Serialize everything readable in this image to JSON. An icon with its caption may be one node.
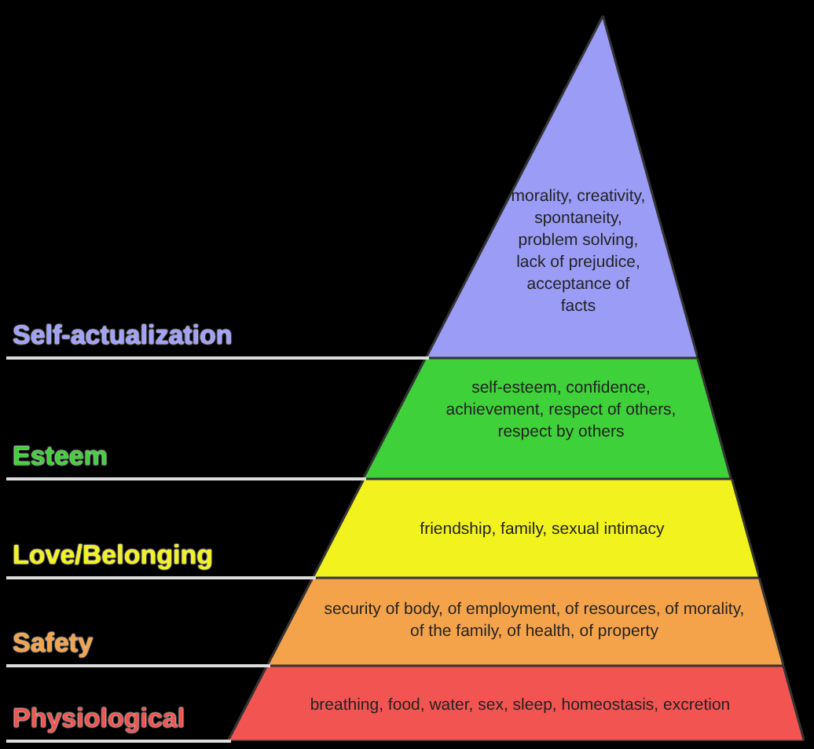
{
  "diagram": {
    "nodes": [
      {
        "text": [
          "morality, creativity, spontaneity, problem solving, lack of prejudice, acceptance of facts"
        ]
      },
      {
        "text": [
          "self-esteem, confidence, achievement, respect of others, respect by others"
        ]
      },
      {
        "text": [
          "friendship, family, sexual intimacy"
        ]
      },
      {
        "text": [
          "security of body, of employment, of resources, of morality, of the family, of health, of property"
        ]
      },
      {
        "text": [
          "breathing, food, water, sex, sleep, homeostasis, excretion"
        ]
      }
    ],
    "labels": [
      "Self-actualization",
      "Esteem",
      "Love/Belonging",
      "Safety",
      "Physiological"
    ]
  }
}
